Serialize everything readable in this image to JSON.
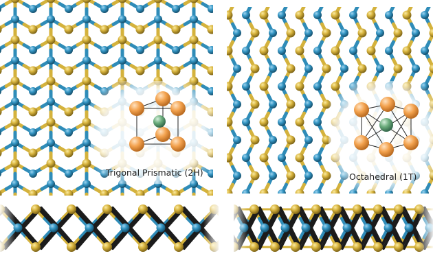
{
  "labels": {
    "trigonal_prismatic": "Trigonal Prismatic (2H)",
    "octahedral": "Octahedral (1T)"
  },
  "colors": {
    "metal_atom": "#2f8cb8",
    "chalcogen_atom": "#d4b23c",
    "inset_chalcogen": "#f2a04c",
    "inset_metal": "#6aaa7a",
    "background": "#ffffff"
  },
  "panels": [
    {
      "structure": "hexagonal-lattice-top-view",
      "phase": "2H"
    },
    {
      "structure": "octahedral-lattice-top-view",
      "phase": "1T"
    },
    {
      "structure": "layer-side-view",
      "phase": "2H"
    },
    {
      "structure": "layer-side-view",
      "phase": "1T"
    }
  ]
}
